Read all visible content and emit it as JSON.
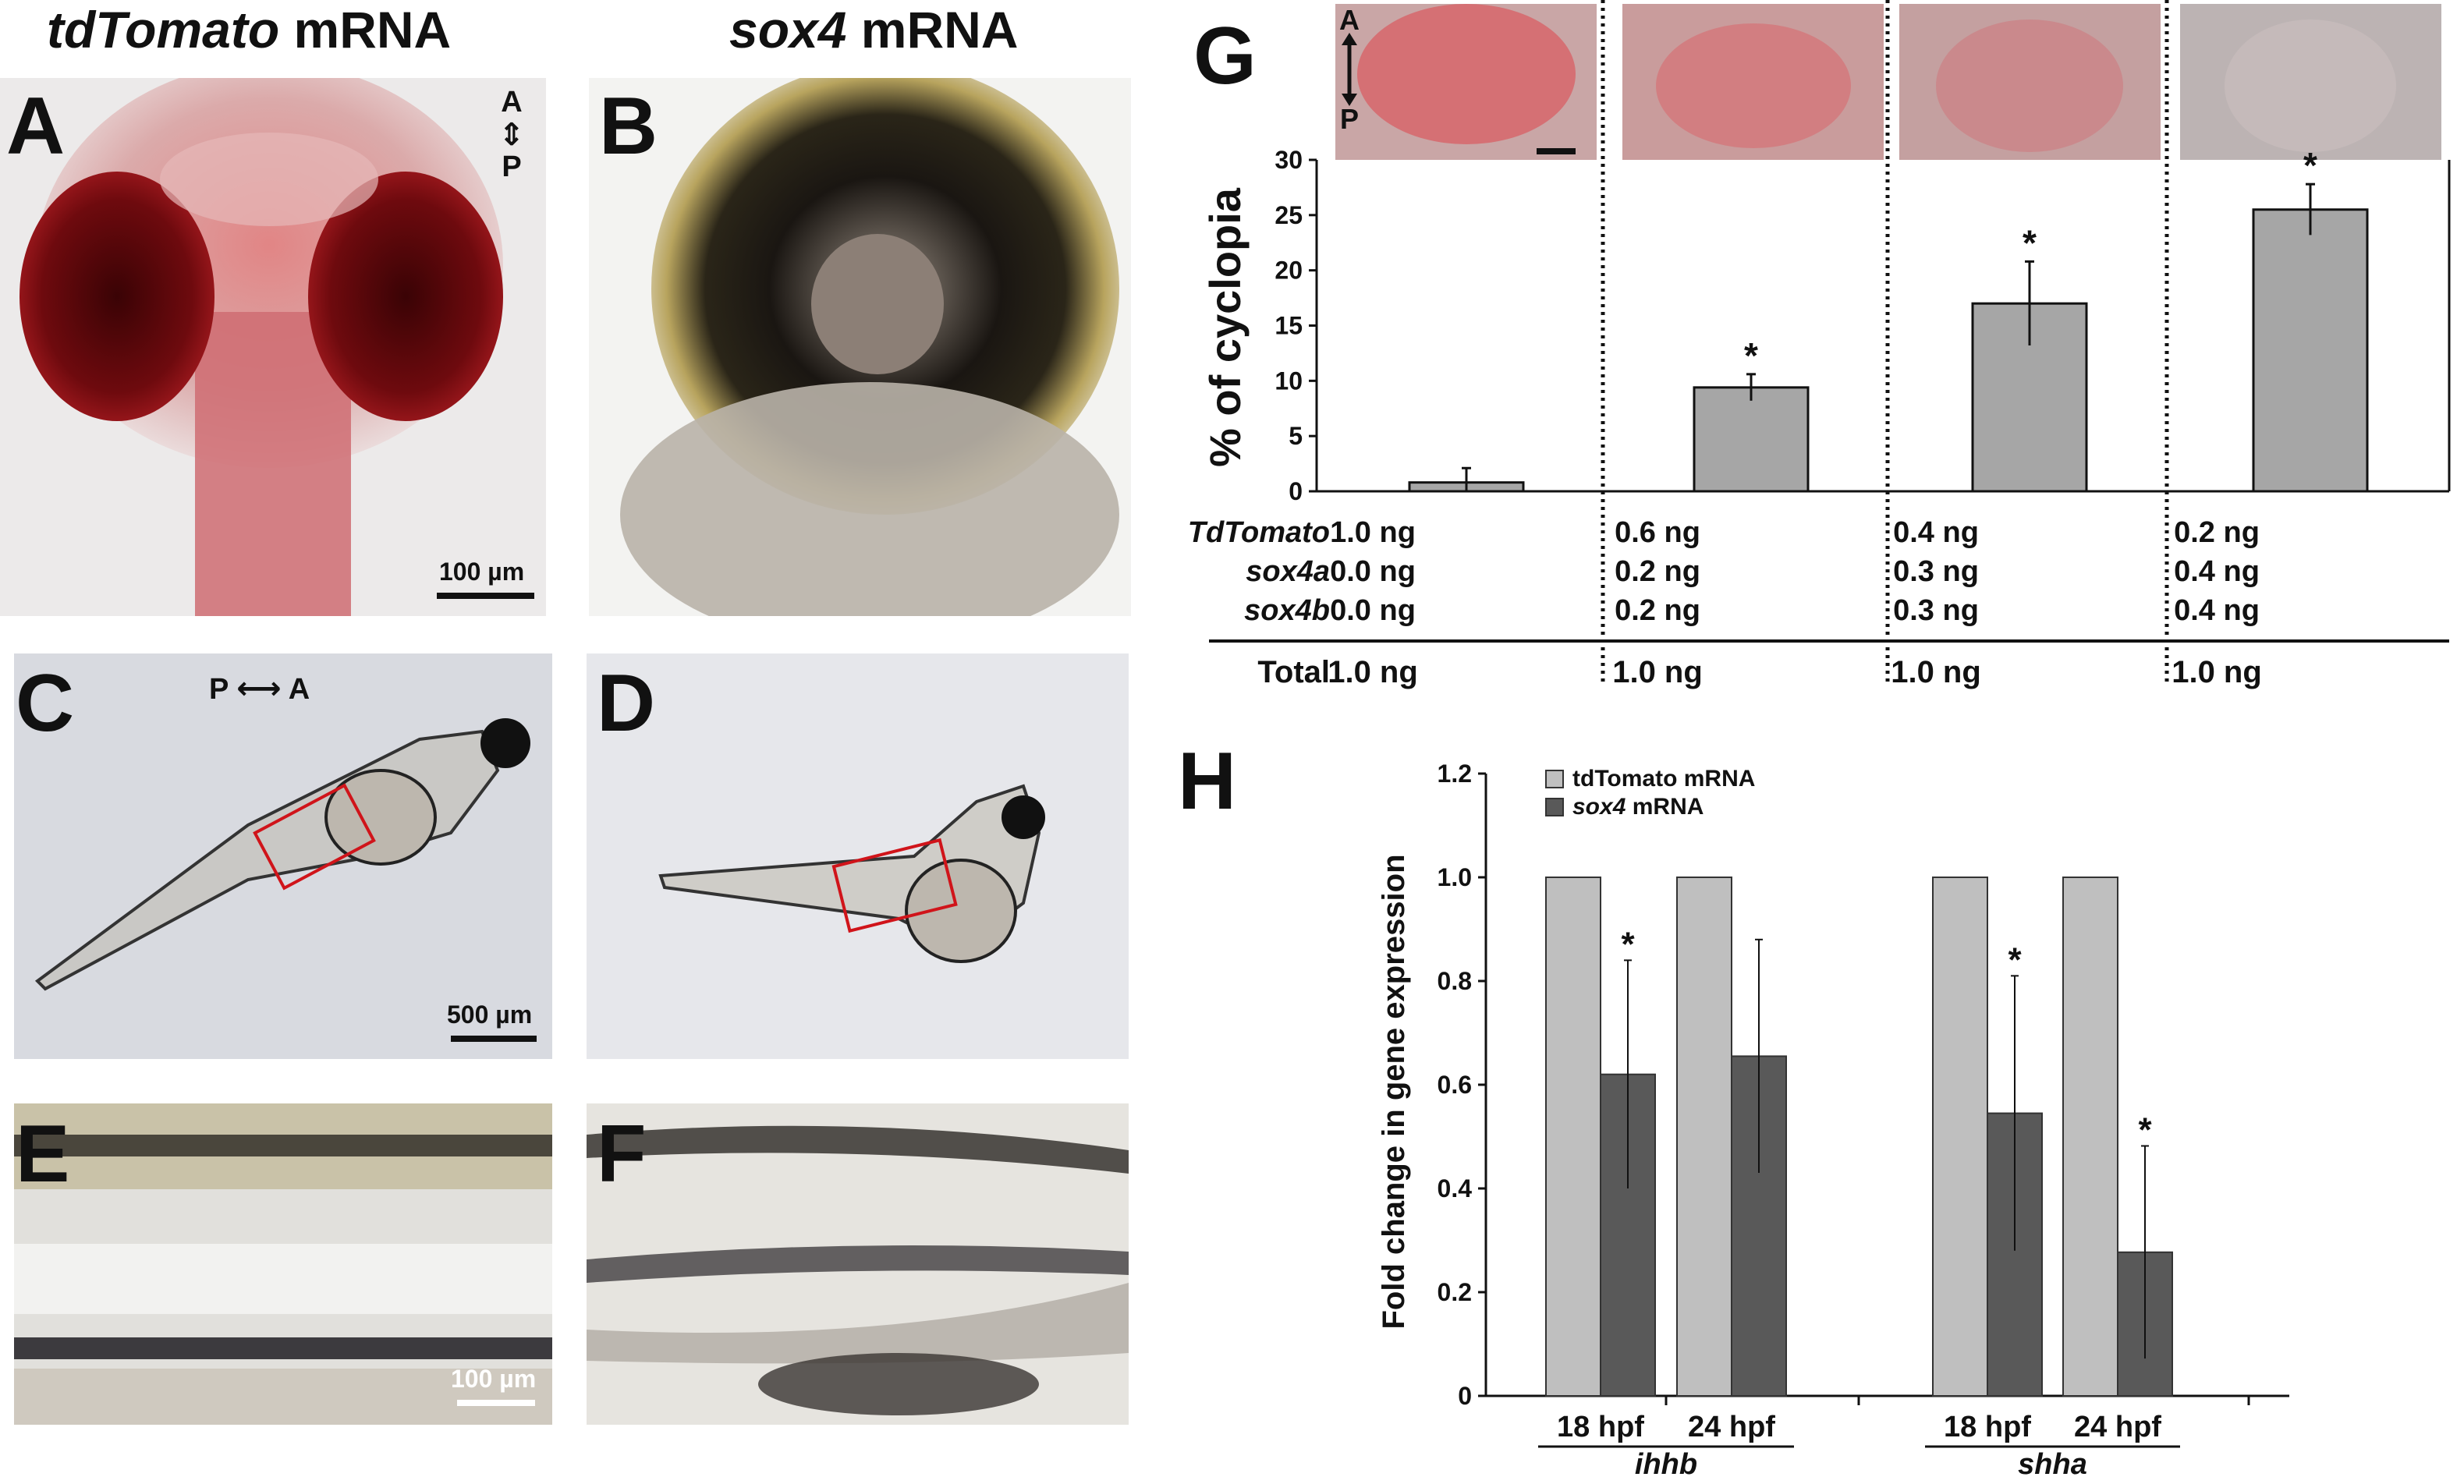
{
  "headers": {
    "left_italic": "tdTomato",
    "left_plain": " mRNA",
    "right_italic": "sox4",
    "right_plain": " mRNA"
  },
  "panels": {
    "A": "A",
    "B": "B",
    "C": "C",
    "D": "D",
    "E": "E",
    "F": "F",
    "G": "G",
    "H": "H"
  },
  "photos": {
    "A": {
      "axis_top": "A",
      "axis_bottom": "P",
      "scale": "100 µm"
    },
    "C": {
      "axis_left": "P",
      "axis_right": "A",
      "scale": "500 µm"
    },
    "E": {
      "scale": "100 µm"
    }
  },
  "colors": {
    "bar_gray": "#a6a6a6",
    "bar_light": "#bfbfbf",
    "bar_dark": "#595959",
    "tdtomato_red": "#8b0f14"
  },
  "chart_data": [
    {
      "panel": "G",
      "type": "bar",
      "ylabel": "% of cyclopia",
      "ylim": [
        0,
        30
      ],
      "yticks": [
        0,
        5,
        10,
        15,
        20,
        25,
        30
      ],
      "values": [
        0.8,
        9.4,
        17.0,
        25.5
      ],
      "errors": [
        1.3,
        1.2,
        3.8,
        2.3
      ],
      "significant": [
        "",
        "*",
        "*",
        "*"
      ],
      "inset_axis": {
        "top": "A",
        "bottom": "P"
      },
      "table": {
        "row_labels": [
          "TdTomato",
          "sox4a",
          "sox4b"
        ],
        "rows": [
          [
            "1.0 ng",
            "0.6 ng",
            "0.4 ng",
            "0.2 ng"
          ],
          [
            "0.0 ng",
            "0.2 ng",
            "0.3 ng",
            "0.4 ng"
          ],
          [
            "0.0 ng",
            "0.2 ng",
            "0.3 ng",
            "0.4 ng"
          ]
        ],
        "total_label": "Total",
        "total": [
          "1.0 ng",
          "1.0 ng",
          "1.0 ng",
          "1.0 ng"
        ]
      }
    },
    {
      "panel": "H",
      "type": "bar",
      "ylabel": "Fold change in gene expression",
      "ylim": [
        0,
        1.2
      ],
      "yticks": [
        "0",
        "0.2",
        "0.4",
        "0.6",
        "0.8",
        "1.0",
        "1.2"
      ],
      "categories": [
        "18 hpf",
        "24 hpf",
        "18 hpf",
        "24 hpf"
      ],
      "groups": [
        {
          "label": "ihhb",
          "categories": [
            0,
            1
          ]
        },
        {
          "label": "shha",
          "categories": [
            2,
            3
          ]
        }
      ],
      "legend_position": "top-left",
      "series": [
        {
          "name": "tdTomato mRNA",
          "values": [
            1.0,
            1.0,
            1.0,
            1.0
          ],
          "errors": [
            0,
            0,
            0,
            0
          ]
        },
        {
          "name_italic": "sox4",
          "name_plain": " mRNA",
          "values": [
            0.62,
            0.655,
            0.545,
            0.277
          ],
          "errors": [
            0.22,
            0.225,
            0.265,
            0.205
          ],
          "significant": [
            "*",
            "",
            "*",
            "*"
          ]
        }
      ]
    }
  ]
}
